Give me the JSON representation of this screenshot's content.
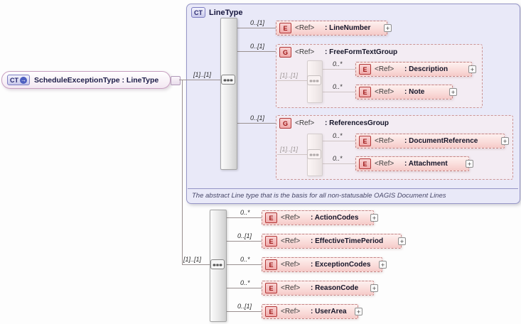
{
  "icons": {
    "derive_arrow": "→",
    "expand": "+"
  },
  "root_node": {
    "badge": "CT",
    "label": "ScheduleExceptionType : LineType"
  },
  "line_type_panel": {
    "badge": "CT",
    "title": "LineType",
    "annotation": "The abstract Line type that is the basis for all non-statusable OAGIS Document Lines",
    "sequence_cardinality": "[1]..[1]"
  },
  "extension_sequence": {
    "cardinality": "[1]..[1]"
  },
  "nodes": {
    "line_number": {
      "badge": "E",
      "ref": "<Ref>",
      "name": ": LineNumber",
      "cardinality": "0..[1]"
    },
    "free_form_text_group": {
      "badge": "G",
      "ref": "<Ref>",
      "name": ": FreeFormTextGroup",
      "cardinality": "0..[1]",
      "sequence_cardinality": "[1]..[1]"
    },
    "description": {
      "badge": "E",
      "ref": "<Ref>",
      "name": ": Description",
      "cardinality": "0..*"
    },
    "note": {
      "badge": "E",
      "ref": "<Ref>",
      "name": ": Note",
      "cardinality": "0..*"
    },
    "references_group": {
      "badge": "G",
      "ref": "<Ref>",
      "name": ": ReferencesGroup",
      "cardinality": "0..[1]",
      "sequence_cardinality": "[1]..[1]"
    },
    "document_reference": {
      "badge": "E",
      "ref": "<Ref>",
      "name": ": DocumentReference",
      "cardinality": "0..*"
    },
    "attachment": {
      "badge": "E",
      "ref": "<Ref>",
      "name": ": Attachment",
      "cardinality": "0..*"
    },
    "action_codes": {
      "badge": "E",
      "ref": "<Ref>",
      "name": ": ActionCodes",
      "cardinality": "0..*"
    },
    "effective_time_period": {
      "badge": "E",
      "ref": "<Ref>",
      "name": ": EffectiveTimePeriod",
      "cardinality": "0..[1]"
    },
    "exception_codes": {
      "badge": "E",
      "ref": "<Ref>",
      "name": ": ExceptionCodes",
      "cardinality": "0..*"
    },
    "reason_code": {
      "badge": "E",
      "ref": "<Ref>",
      "name": ": ReasonCode",
      "cardinality": "0..*"
    },
    "user_area": {
      "badge": "E",
      "ref": "<Ref>",
      "name": ": UserArea",
      "cardinality": "0..[1]"
    }
  }
}
